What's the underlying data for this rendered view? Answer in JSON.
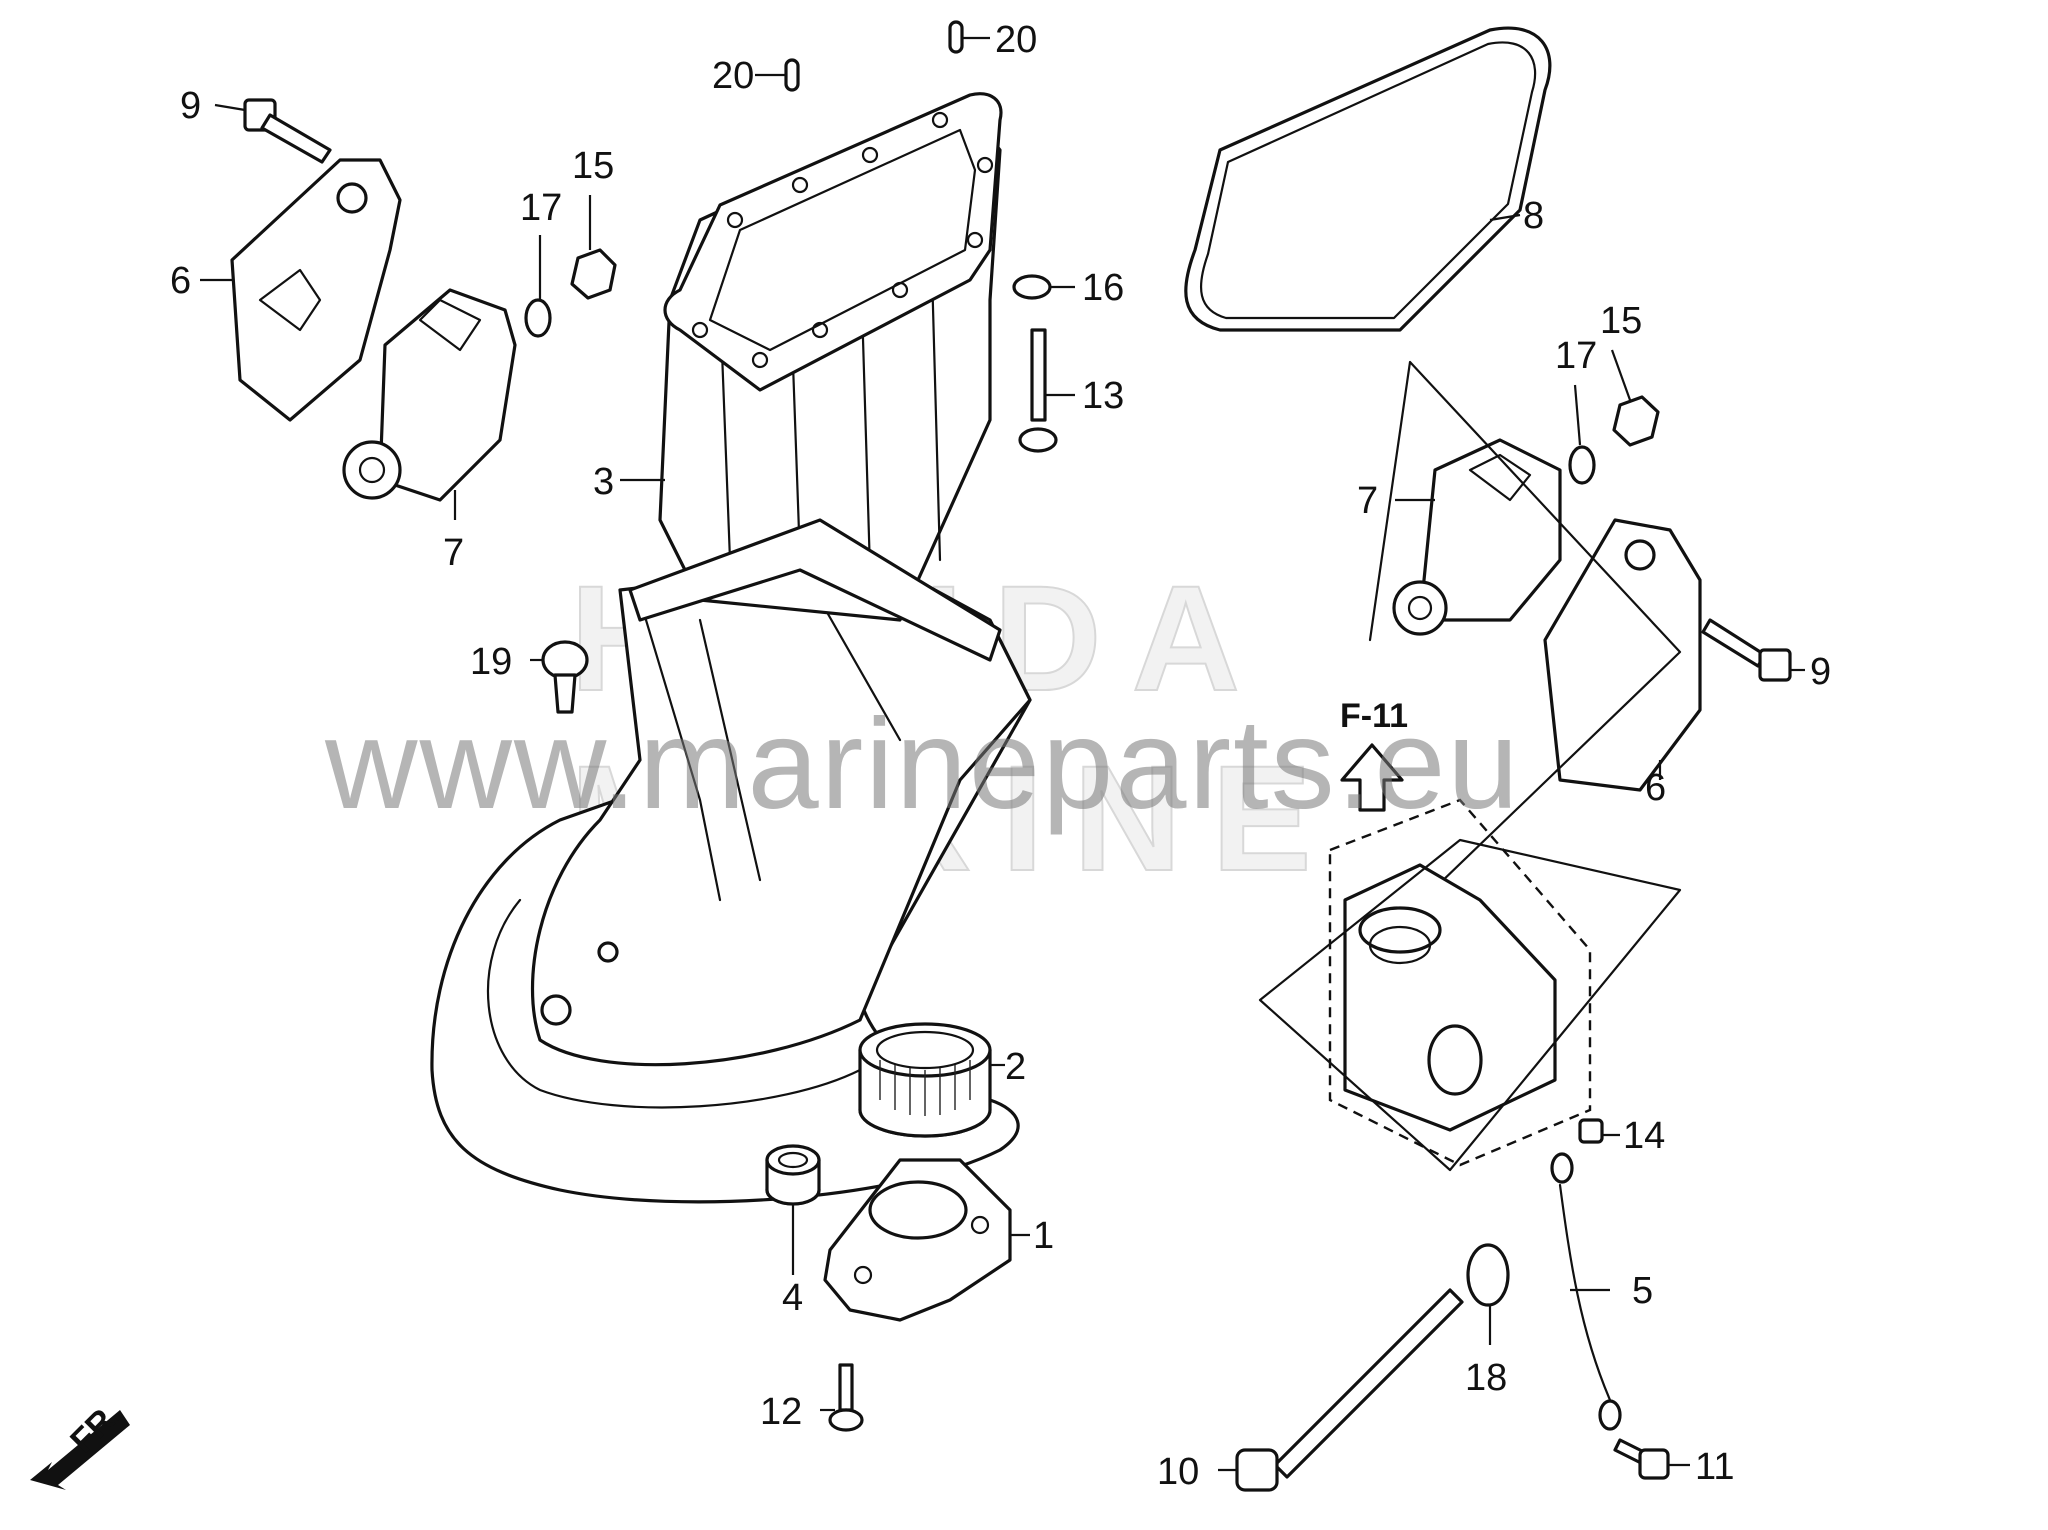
{
  "diagram": {
    "watermark": {
      "site": "www.marineparts.eu",
      "brand_line1": "HONDA",
      "brand_line2": "MARINE"
    },
    "frame_reference": "F-11",
    "front_indicator": "FR.",
    "callouts": [
      {
        "id": "c9a",
        "label": "9"
      },
      {
        "id": "c6a",
        "label": "6"
      },
      {
        "id": "c7a",
        "label": "7"
      },
      {
        "id": "c17a",
        "label": "17"
      },
      {
        "id": "c15a",
        "label": "15"
      },
      {
        "id": "c20a",
        "label": "20"
      },
      {
        "id": "c20b",
        "label": "20"
      },
      {
        "id": "c3",
        "label": "3"
      },
      {
        "id": "c19",
        "label": "19"
      },
      {
        "id": "c8",
        "label": "8"
      },
      {
        "id": "c16",
        "label": "16"
      },
      {
        "id": "c13",
        "label": "13"
      },
      {
        "id": "c15b",
        "label": "15"
      },
      {
        "id": "c17b",
        "label": "17"
      },
      {
        "id": "c7b",
        "label": "7"
      },
      {
        "id": "c9b",
        "label": "9"
      },
      {
        "id": "c6b",
        "label": "6"
      },
      {
        "id": "c2",
        "label": "2"
      },
      {
        "id": "c4",
        "label": "4"
      },
      {
        "id": "c1",
        "label": "1"
      },
      {
        "id": "c12",
        "label": "12"
      },
      {
        "id": "c14",
        "label": "14"
      },
      {
        "id": "c5",
        "label": "5"
      },
      {
        "id": "c18",
        "label": "18"
      },
      {
        "id": "c10",
        "label": "10"
      },
      {
        "id": "c11",
        "label": "11"
      }
    ]
  }
}
